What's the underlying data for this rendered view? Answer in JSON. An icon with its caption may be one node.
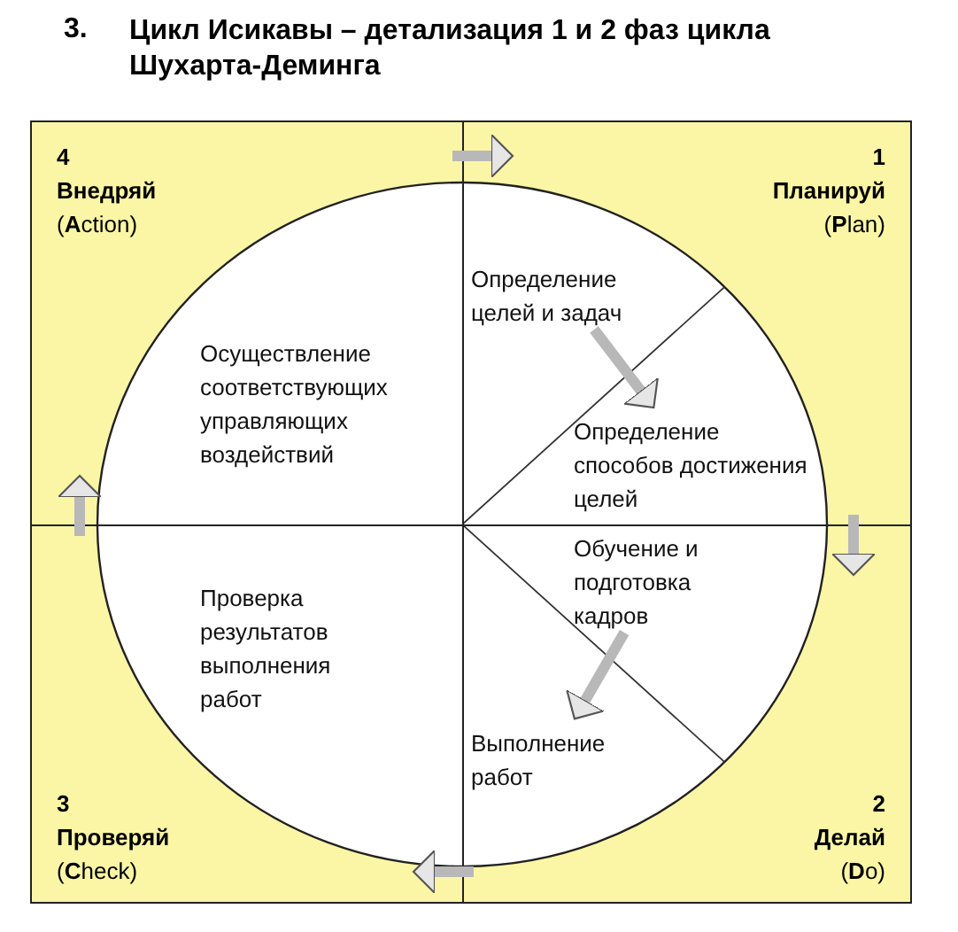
{
  "diagram": {
    "title": "Цикл Исикавы – детализация 1 и 2 фаз цикла Шухарта-Деминга",
    "nodes": [
      {
        "text": [
          "4",
          "Внедряй",
          "(**A**ction)"
        ]
      },
      {
        "text": [
          "Осуществление соответствующих управляющих воздействий"
        ],
        "in": 0
      },
      {
        "text": [
          "1",
          "Планируй",
          "(**P**lan)"
        ]
      },
      {
        "text": [
          "Определение целей и задач"
        ],
        "in": 2
      },
      {
        "text": [
          "Определение способов достижения целей"
        ],
        "in": 2
      },
      {
        "text": [
          "3",
          "Проверяй",
          "(**C**heck)"
        ]
      },
      {
        "text": [
          "Проверка результатов выполнения работ"
        ],
        "in": 5
      },
      {
        "text": [
          "2",
          "Делай",
          "(**D**o)"
        ]
      },
      {
        "text": [
          "Обучение и подготовка кадров"
        ],
        "in": 7
      },
      {
        "text": [
          "Выполнение работ"
        ],
        "in": 7
      }
    ],
    "edges": [
      {
        "from": 0,
        "to": 2,
        "arrow": "to"
      },
      {
        "from": 2,
        "to": 7,
        "arrow": "to"
      },
      {
        "from": 7,
        "to": 5,
        "arrow": "to"
      },
      {
        "from": 5,
        "to": 0,
        "arrow": "to"
      },
      {
        "from": 3,
        "to": 4,
        "arrow": "to"
      },
      {
        "from": 8,
        "to": 9,
        "arrow": "to"
      }
    ],
    "labels": [
      "3."
    ]
  }
}
